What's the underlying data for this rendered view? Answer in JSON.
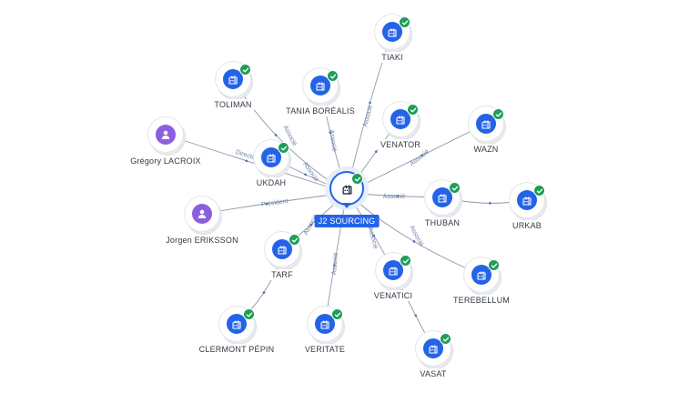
{
  "colors": {
    "company_icon_bg": "#2463e8",
    "person_icon_bg": "#8b5fe0",
    "check_badge": "#1e9e57",
    "edge_line": "#8e98a8",
    "center_label_bg": "#2463e8"
  },
  "center": {
    "label": "J2 SOURCING",
    "icon": "company-icon",
    "verified": true
  },
  "nodes": [
    {
      "id": "tiaki",
      "label": "TIAKI",
      "kind": "company",
      "verified": true
    },
    {
      "id": "toliman",
      "label": "TOLIMAN",
      "kind": "company",
      "verified": true
    },
    {
      "id": "tania",
      "label": "TANIA BORÉALIS",
      "kind": "company",
      "verified": true
    },
    {
      "id": "venator",
      "label": "VENATOR",
      "kind": "company",
      "verified": true
    },
    {
      "id": "wazn",
      "label": "WAZN",
      "kind": "company",
      "verified": true
    },
    {
      "id": "gregory",
      "label": "Grégory LACROIX",
      "kind": "person",
      "verified": false
    },
    {
      "id": "ukdah",
      "label": "UKDAH",
      "kind": "company",
      "verified": true
    },
    {
      "id": "thuban",
      "label": "THUBAN",
      "kind": "company",
      "verified": true
    },
    {
      "id": "urkab",
      "label": "URKAB",
      "kind": "company",
      "verified": true
    },
    {
      "id": "jorgen",
      "label": "Jorgen ERIKSSON",
      "kind": "person",
      "verified": false
    },
    {
      "id": "tarf",
      "label": "TARF",
      "kind": "company",
      "verified": true
    },
    {
      "id": "venatici",
      "label": "VENATICI",
      "kind": "company",
      "verified": true
    },
    {
      "id": "terebellum",
      "label": "TEREBELLUM",
      "kind": "company",
      "verified": true
    },
    {
      "id": "clermont",
      "label": "CLERMONT PÉPIN",
      "kind": "company",
      "verified": true
    },
    {
      "id": "veritate",
      "label": "VERITATE",
      "kind": "company",
      "verified": true
    },
    {
      "id": "vasat",
      "label": "VASAT",
      "kind": "company",
      "verified": true
    }
  ],
  "edges": [
    {
      "from": "center",
      "to": "tiaki",
      "label": "Associé"
    },
    {
      "from": "center",
      "to": "toliman",
      "label": "Associé"
    },
    {
      "from": "center",
      "to": "tania",
      "label": "Associé"
    },
    {
      "from": "center",
      "to": "venator",
      "label": ""
    },
    {
      "from": "center",
      "to": "wazn",
      "label": "Associé"
    },
    {
      "from": "center",
      "to": "gregory",
      "label": "Directeur"
    },
    {
      "from": "center",
      "to": "ukdah",
      "label": "Associé"
    },
    {
      "from": "center",
      "to": "thuban",
      "label": "Associé"
    },
    {
      "from": "center",
      "to": "jorgen",
      "label": "Président"
    },
    {
      "from": "center",
      "to": "tarf",
      "label": "Associé"
    },
    {
      "from": "center",
      "to": "venatici",
      "label": "Associé"
    },
    {
      "from": "center",
      "to": "terebellum",
      "label": "Associé"
    },
    {
      "from": "center",
      "to": "veritate",
      "label": "Associé"
    },
    {
      "from": "thuban",
      "to": "urkab",
      "label": ""
    },
    {
      "from": "tarf",
      "to": "clermont",
      "label": ""
    },
    {
      "from": "venatici",
      "to": "vasat",
      "label": ""
    }
  ]
}
